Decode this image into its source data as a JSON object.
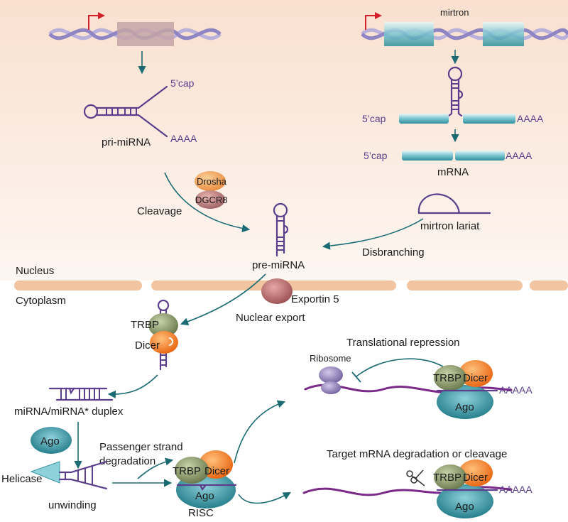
{
  "labels": {
    "mirtron": "mirtron",
    "cap_pri": "5’cap",
    "aaaa_pri": "AAAA",
    "pri_mirna": "pri-miRNA",
    "cap_mirtron": "5’cap",
    "aaaa_mirtron": "AAAA",
    "cap_mrna": "5’cap",
    "aaaa_mrna": "AAAA",
    "mrna": "mRNA",
    "drosha": "Drosha",
    "dgcr8": "DGCR8",
    "cleavage": "Cleavage",
    "mirtron_lariat": "mirtron lariat",
    "disbranching": "Disbranching",
    "pre_mirna": "pre-miRNA",
    "nucleus": "Nucleus",
    "cytoplasm": "Cytoplasm",
    "exportin5": "Exportin 5",
    "nuclear_export": "Nuclear export",
    "trbp_1": "TRBP",
    "dicer_1": "Dicer",
    "duplex": "miRNA/miRNA* duplex",
    "ago_free": "Ago",
    "passenger_1": "Passenger strand",
    "passenger_2": "degradation",
    "helicase": "Helicase",
    "unwinding": "unwinding",
    "trbp_risc": "TRBP",
    "dicer_risc": "Dicer",
    "ago_risc": "Ago",
    "risc": "RISC",
    "translational_repression": "Translational repression",
    "ribosome": "Ribosome",
    "trbp_tr": "TRBP",
    "dicer_tr": "Dicer",
    "ago_tr": "Ago",
    "aaaaa_tr": "AAAAA",
    "target_degradation": "Target mRNA degradation or cleavage",
    "trbp_deg": "TRBP",
    "dicer_deg": "Dicer",
    "ago_deg": "Ago",
    "aaaaa_deg": "AAAAA"
  },
  "colors": {
    "nucleus_bg": "#fbe6d8",
    "membrane": "#f2c4a0",
    "arrow": "#1b6b74",
    "rna": "#5b3e8c",
    "mrna": "#7b2a8a",
    "drosha": "#f0a04a",
    "dgcr8": "#b57a7a",
    "trbp": "#8a9a66",
    "dicer": "#f07d1e",
    "ago": "#3b9aa8",
    "ribosome": "#8f7ab4",
    "exon": "#78c5d0"
  }
}
